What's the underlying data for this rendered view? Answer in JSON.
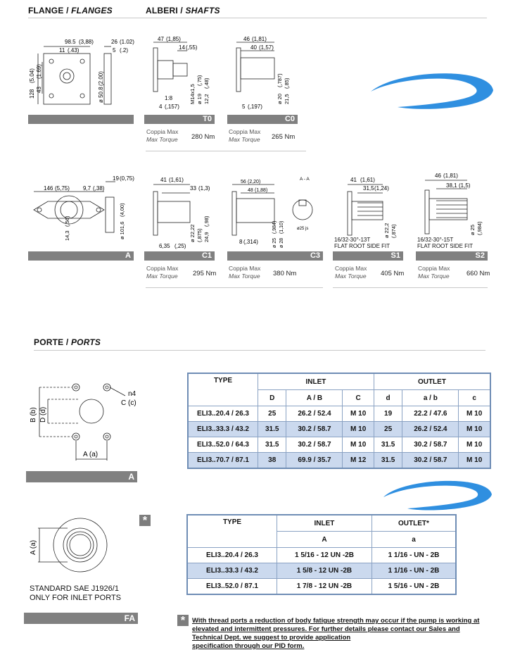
{
  "headers": {
    "flange": "FLANGE",
    "flange_it": "FLANGES",
    "shafts": "ALBERI",
    "shafts_it": "SHAFTS",
    "ports": "PORTE",
    "ports_it": "PORTS"
  },
  "torque_label_1": "Coppia Max",
  "torque_label_2": "Max Torque",
  "flange_top": {
    "dims": [
      "98.5",
      "(3,88)",
      "11",
      "(.43)",
      "26",
      "(1.02)",
      "5",
      "(.2)",
      "128",
      "(5.04)",
      "43",
      "(1.69)",
      "ø 50.8",
      "(2.00)"
    ]
  },
  "shaft_T0": {
    "code": "T0",
    "dims": [
      "47",
      "(1,85)",
      "14",
      "(,55)",
      "1:8",
      "4",
      "(,157)",
      "M14x1,5",
      "ø 19",
      "(,75)",
      "12,2",
      "(,48)"
    ],
    "torque": "280 Nm"
  },
  "shaft_C0": {
    "code": "C0",
    "dims": [
      "46",
      "(1,81)",
      "40",
      "(1,57)",
      "5",
      "(,197)",
      "ø 20",
      "(,787)",
      "21,5",
      "(,85)"
    ],
    "torque": "265 Nm"
  },
  "flange_A": {
    "code": "A",
    "dims": [
      "146",
      "(5,75)",
      "9,7",
      "(,38)",
      "19",
      "(0,75)",
      "14,3",
      "(,56)",
      "ø 101,6",
      "(4,00)"
    ]
  },
  "shaft_C1": {
    "code": "C1",
    "dims": [
      "41",
      "(1,61)",
      "33",
      "(1,3)",
      "6,35",
      "(,25)",
      "ø 22,22",
      "(,875)",
      "24,9",
      "(,98)"
    ],
    "torque": "295 Nm"
  },
  "shaft_C3": {
    "code": "C3",
    "dims": [
      "56",
      "(2,20)",
      "48",
      "(1,88)",
      "A - A",
      "8",
      "(,314)",
      "ø 25",
      "(,984)",
      "ø 28",
      "(1,10)",
      "ø25 js"
    ],
    "torque": "380 Nm"
  },
  "shaft_S1": {
    "code": "S1",
    "dims": [
      "41",
      "(1,61)",
      "31,5",
      "(1,24)",
      "ø 22,2",
      "(,874)"
    ],
    "spline": "16/32-30°-13T",
    "fit": "FLAT ROOT SIDE FIT",
    "torque": "405 Nm"
  },
  "shaft_S2": {
    "code": "S2",
    "dims": [
      "46",
      "(1,81)",
      "38,1",
      "(1,5)",
      "ø 25",
      "(,984)"
    ],
    "spline": "16/32-30°-15T",
    "fit": "FLAT ROOT SIDE FIT",
    "torque": "660 Nm"
  },
  "port_A": {
    "code": "A",
    "labels": [
      "n4",
      "C (c)",
      "B (b)",
      "D (d)",
      "A (a)"
    ]
  },
  "table1": {
    "head": {
      "type": "TYPE",
      "inlet": "INLET",
      "outlet": "OUTLET"
    },
    "sub": [
      "D",
      "A / B",
      "C",
      "d",
      "a / b",
      "c"
    ],
    "rows": [
      [
        "ELI3..20.4 / 26.3",
        "25",
        "26.2 / 52.4",
        "M 10",
        "19",
        "22.2 / 47.6",
        "M 10"
      ],
      [
        "ELI3..33.3 / 43.2",
        "31.5",
        "30.2 / 58.7",
        "M 10",
        "25",
        "26.2 / 52.4",
        "M 10"
      ],
      [
        "ELI3..52.0 / 64.3",
        "31.5",
        "30.2 / 58.7",
        "M 10",
        "31.5",
        "30.2 / 58.7",
        "M 10"
      ],
      [
        "ELI3..70.7 / 87.1",
        "38",
        "69.9 / 35.7",
        "M 12",
        "31.5",
        "30.2 / 58.7",
        "M 10"
      ]
    ]
  },
  "port_FA": {
    "code": "FA",
    "label": "A (a)",
    "caption1": "STANDARD SAE J1926/1",
    "caption2": "ONLY FOR INLET PORTS"
  },
  "table2": {
    "head": {
      "type": "TYPE",
      "inlet": "INLET",
      "outlet": "OUTLET*"
    },
    "sub": [
      "A",
      "a"
    ],
    "rows": [
      [
        "ELI3..20.4 / 26.3",
        "1 5/16 - 12 UN -2B",
        "1 1/16 - UN - 2B"
      ],
      [
        "ELI3..33.3 / 43.2",
        "1 5/8 - 12 UN -2B",
        "1 1/16 - UN - 2B"
      ],
      [
        "ELI3..52.0 / 87.1",
        "1 7/8 - 12 UN -2B",
        "1 5/16 - UN - 2B"
      ]
    ]
  },
  "star": "*",
  "note": {
    "l1": "With thread ports a reduction of body fatigue strength may occur if the pump is working at",
    "l2": "elevated and intermittent pressures.  For further details please  contact our Sales and",
    "l3": "Technical Dept. we suggest to provide application",
    "l4": "specification through our PID form."
  }
}
